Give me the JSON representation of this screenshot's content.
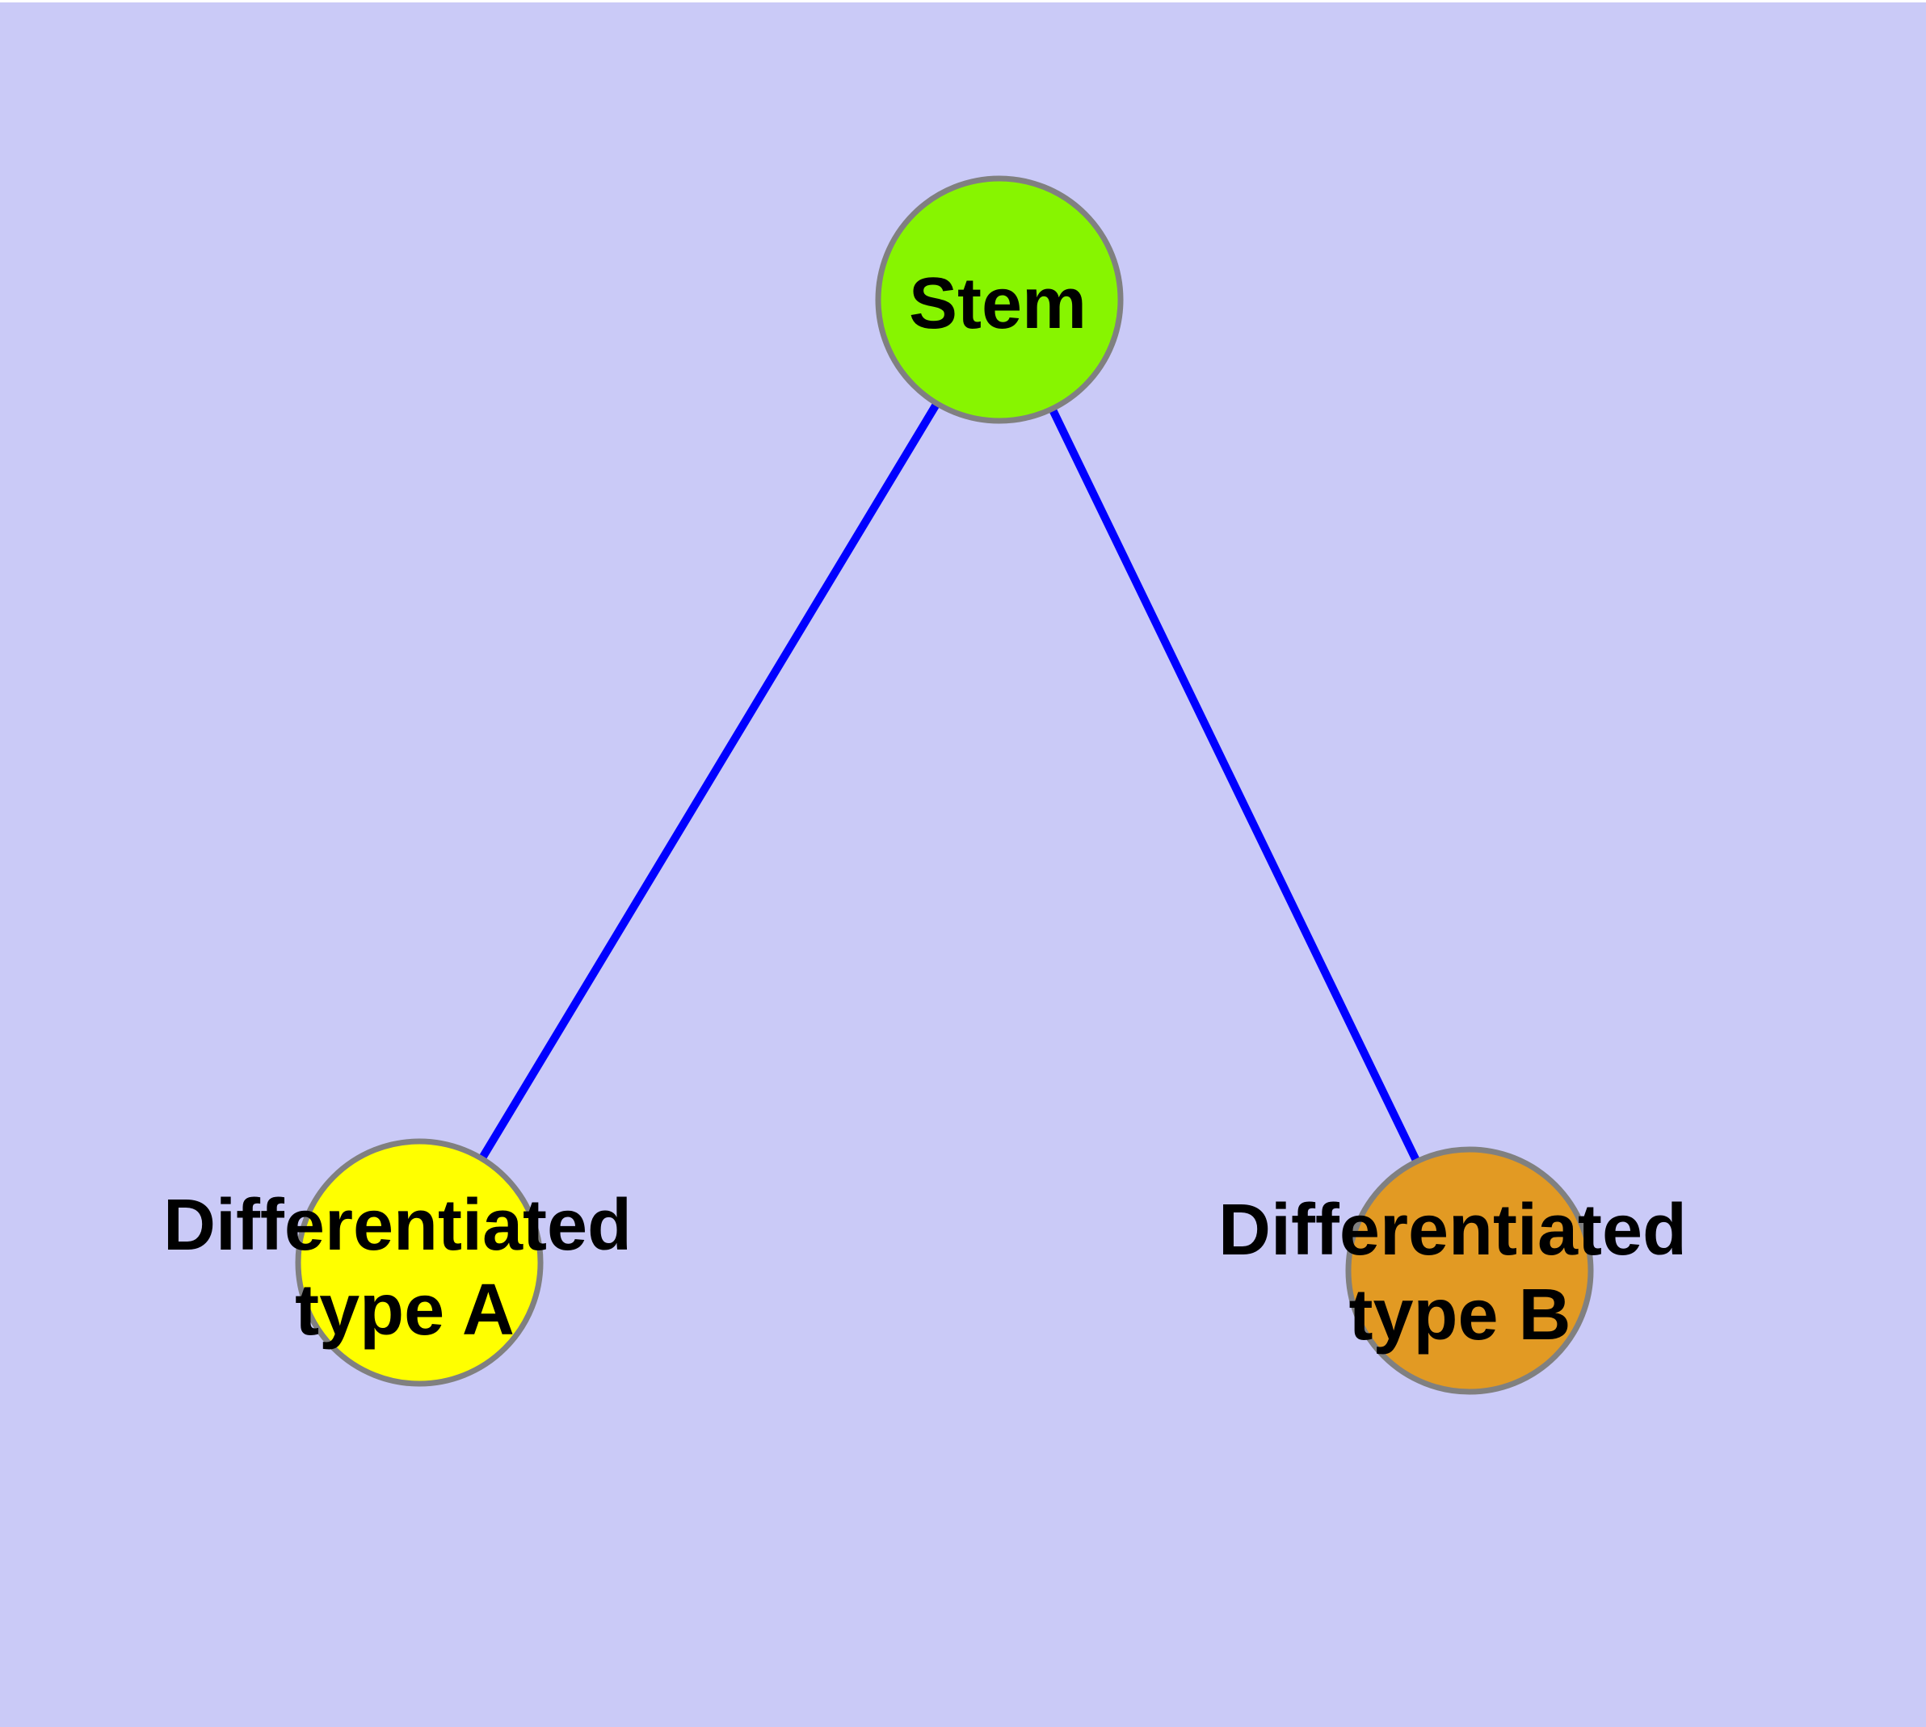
{
  "canvas": {
    "background": "#CACAF7",
    "top_strip_color": "#FFFFFF"
  },
  "edges": {
    "color": "#0000FF",
    "list": [
      {
        "from": "stem",
        "to": "type_a"
      },
      {
        "from": "stem",
        "to": "type_b"
      }
    ]
  },
  "nodes": {
    "border_color": "#808080",
    "stem": {
      "label": "Stem",
      "fill": "#87F500"
    },
    "type_a": {
      "label_line1": "Differentiated",
      "label_line2": "type A",
      "fill": "#FFFF00"
    },
    "type_b": {
      "label_line1": "Differentiated",
      "label_line2": "type B",
      "fill": "#E29A23"
    }
  }
}
